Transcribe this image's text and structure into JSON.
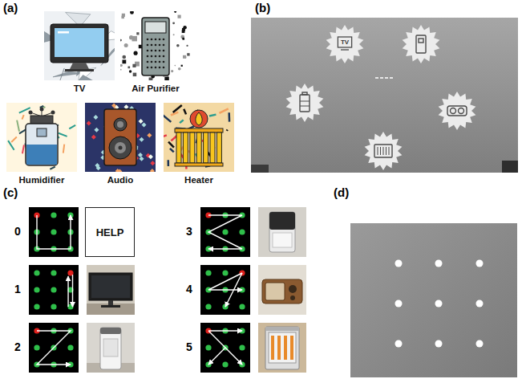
{
  "diagram": {
    "nodes": [
      {
        "text": [
          "TV"
        ]
      },
      {
        "text": [
          "Air Purifier"
        ]
      },
      {
        "text": [
          "Humidifier"
        ]
      },
      {
        "text": [
          "Audio"
        ]
      },
      {
        "text": [
          "Heater"
        ]
      },
      {
        "text": [
          "TV"
        ]
      },
      {
        "text": [
          "HELP"
        ]
      }
    ],
    "labels": [
      "(a)",
      "(b)",
      "(c)",
      "(d)",
      "0",
      "1",
      "2",
      "3",
      "4",
      "5"
    ]
  }
}
